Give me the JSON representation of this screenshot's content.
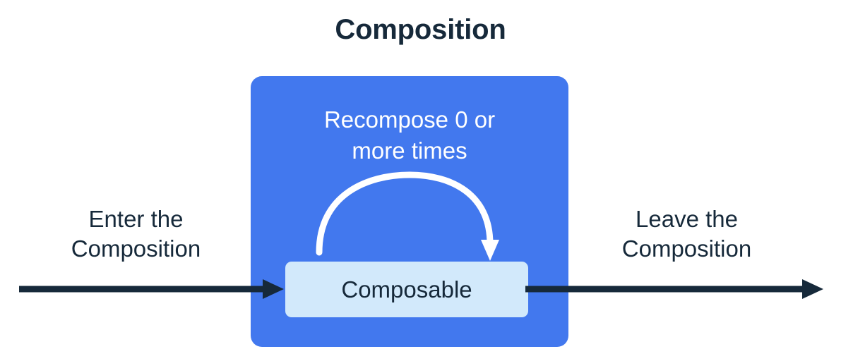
{
  "title": "Composition",
  "colors": {
    "composition_blue": "#4278ee",
    "composable_light_blue": "#d2e9fb",
    "ink_navy": "#16293a",
    "arrow_white": "#ffffff",
    "background": "#ffffff"
  },
  "composition": {
    "recompose_label": "Recompose 0 or\nmore times",
    "recompose_arrow_name": "recompose-loop-arrow",
    "composable": {
      "label": "Composable"
    }
  },
  "flow": {
    "enter": {
      "label": "Enter the\nComposition",
      "arrow_name": "enter-composition-arrow"
    },
    "leave": {
      "label": "Leave the\nComposition",
      "arrow_name": "leave-composition-arrow"
    }
  }
}
